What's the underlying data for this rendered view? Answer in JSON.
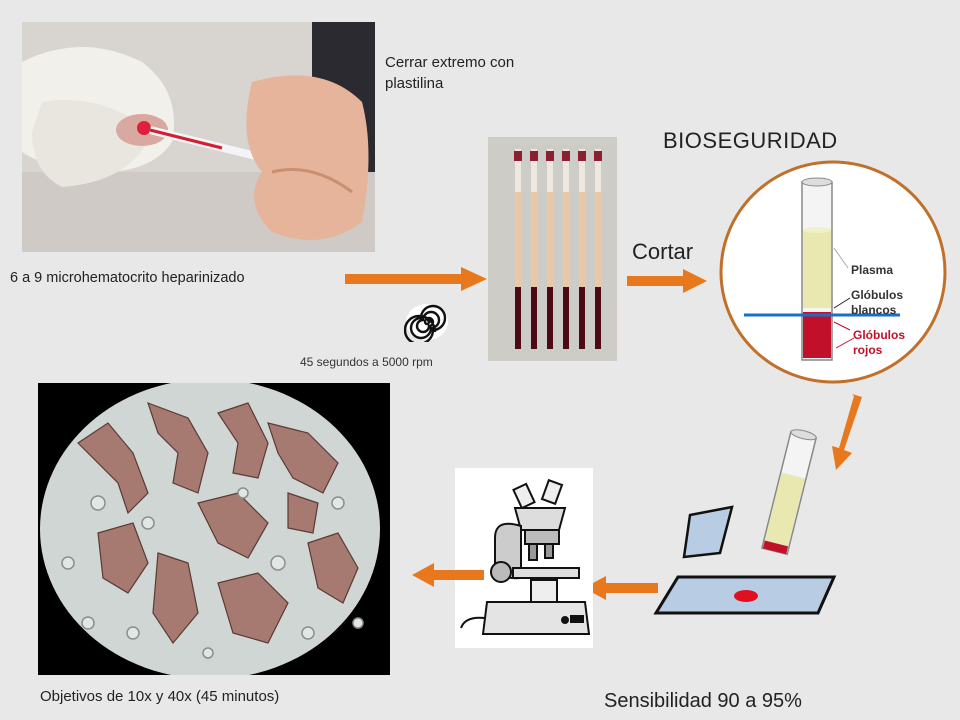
{
  "labels": {
    "close_end": "Cerrar extremo con plastilina",
    "tubes_count": "6 a 9 microhematocrito heparinizado",
    "centrifuge": "45 segundos a 5000 rpm",
    "cut": "Cortar",
    "biosafety": "BIOSEGURIDAD",
    "objectives": "Objetivos de 10x y 40x (45 minutos)",
    "sensitivity": "Sensibilidad 90 a 95%"
  },
  "tube_diagram": {
    "plasma": "Plasma",
    "white_cells_1": "Glóbulos",
    "white_cells_2": "blancos",
    "red_cells_1": "Glóbulos",
    "red_cells_2": "rojos"
  },
  "colors": {
    "arrow": "#e8781e",
    "circle_border": "#c0702a",
    "plasma": "#e8e8b0",
    "blood": "#c0102a",
    "buffy_line": "#1a6ec8"
  }
}
